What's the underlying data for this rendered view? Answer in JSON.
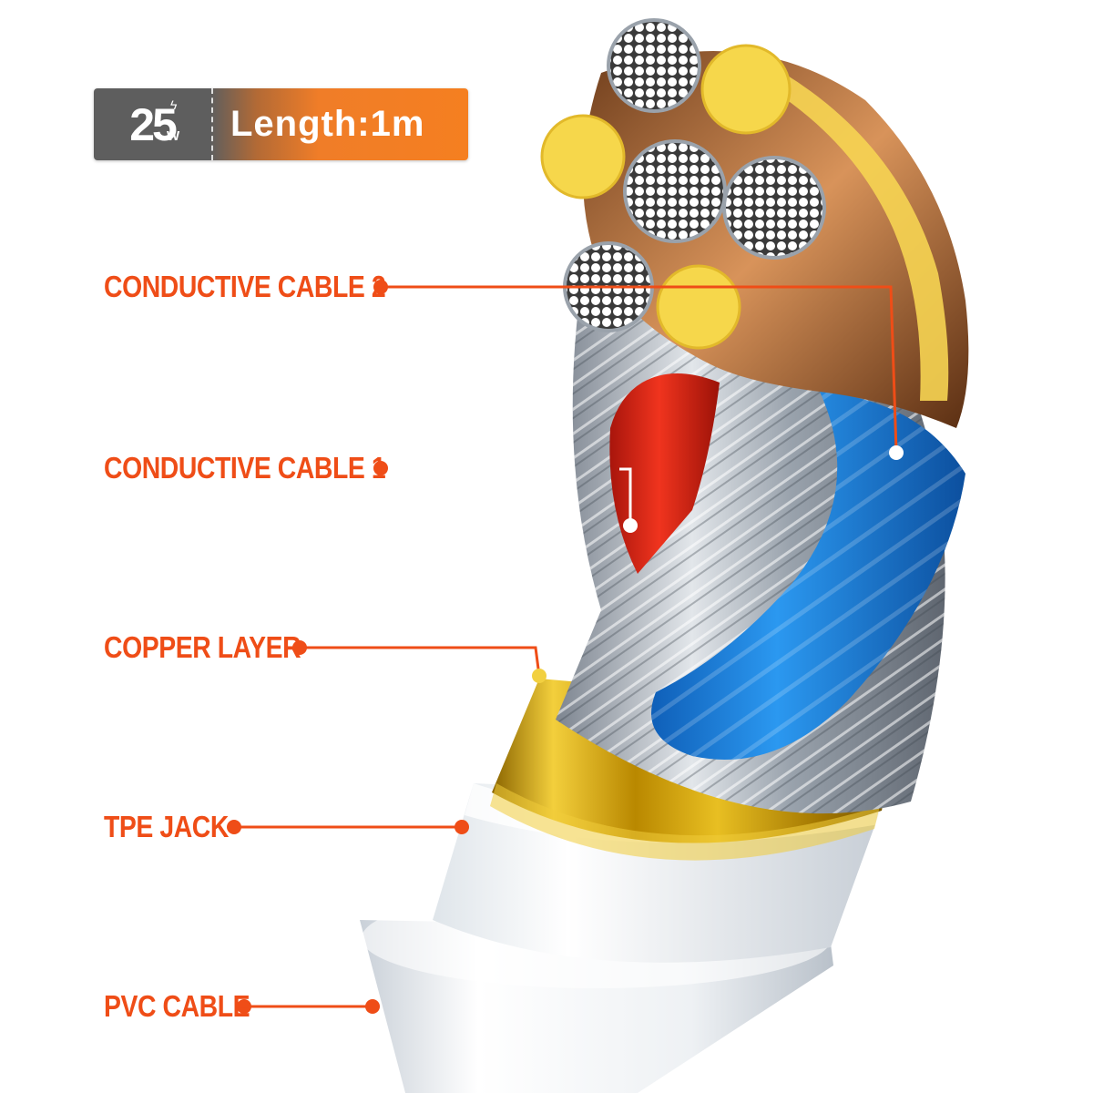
{
  "badge": {
    "power_value": "25",
    "power_unit": "W",
    "length_text": "Length:1m"
  },
  "labels": {
    "conductive_cable_2": "CONDUCTIVE CABLE 2",
    "conductive_cable_1": "CONDUCTIVE CABLE 1",
    "copper_layer": "COPPER LAYER",
    "tpe_jack": "TPE JACK",
    "pvc_cable": "PVC CABLE"
  },
  "colors": {
    "accent_orange": "#ef4d17",
    "badge_gray": "#5e5e5e",
    "badge_orange": "#f57f20",
    "wire_blue": "#1a86e8",
    "wire_red": "#e8261a",
    "copper_gold": "#d9a70c",
    "strand_yellow": "#f6d74b",
    "jacket_white": "#f4f6f8"
  }
}
